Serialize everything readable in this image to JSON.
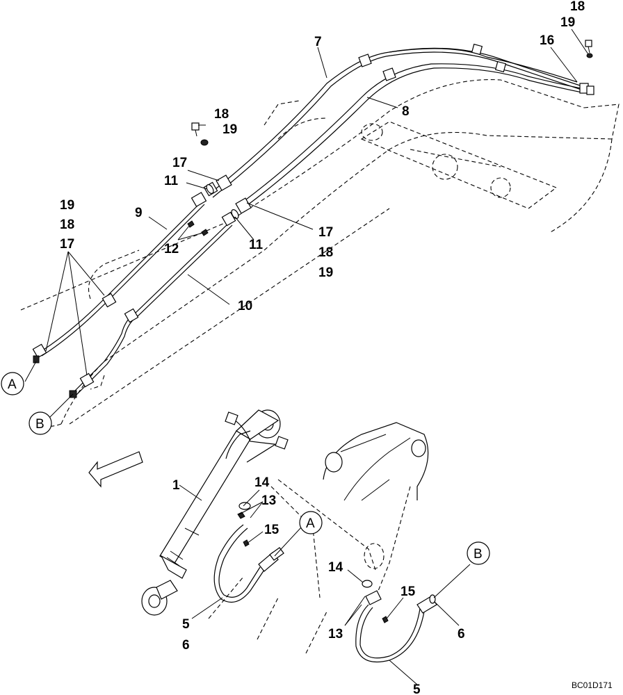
{
  "diagram": {
    "drawing_code": "BC01D171",
    "callouts": {
      "c1": "1",
      "c5a": "5",
      "c6a": "6",
      "c5b": "5",
      "c6b": "6",
      "c7": "7",
      "c8": "8",
      "c9": "9",
      "c10": "10",
      "c11a": "11",
      "c11b": "11",
      "c12": "12",
      "c13a": "13",
      "c13b": "13",
      "c14a": "14",
      "c14b": "14",
      "c15a": "15",
      "c15b": "15",
      "c16": "16",
      "c17a": "17",
      "c17b": "17",
      "c17c": "17",
      "c18a": "18",
      "c18b": "18",
      "c18c": "18",
      "c18d": "18",
      "c19a": "19",
      "c19b": "19",
      "c19c": "19",
      "c19d": "19"
    },
    "connection_markers": {
      "a1": "A",
      "b1": "B",
      "a2": "A",
      "b2": "B"
    }
  }
}
